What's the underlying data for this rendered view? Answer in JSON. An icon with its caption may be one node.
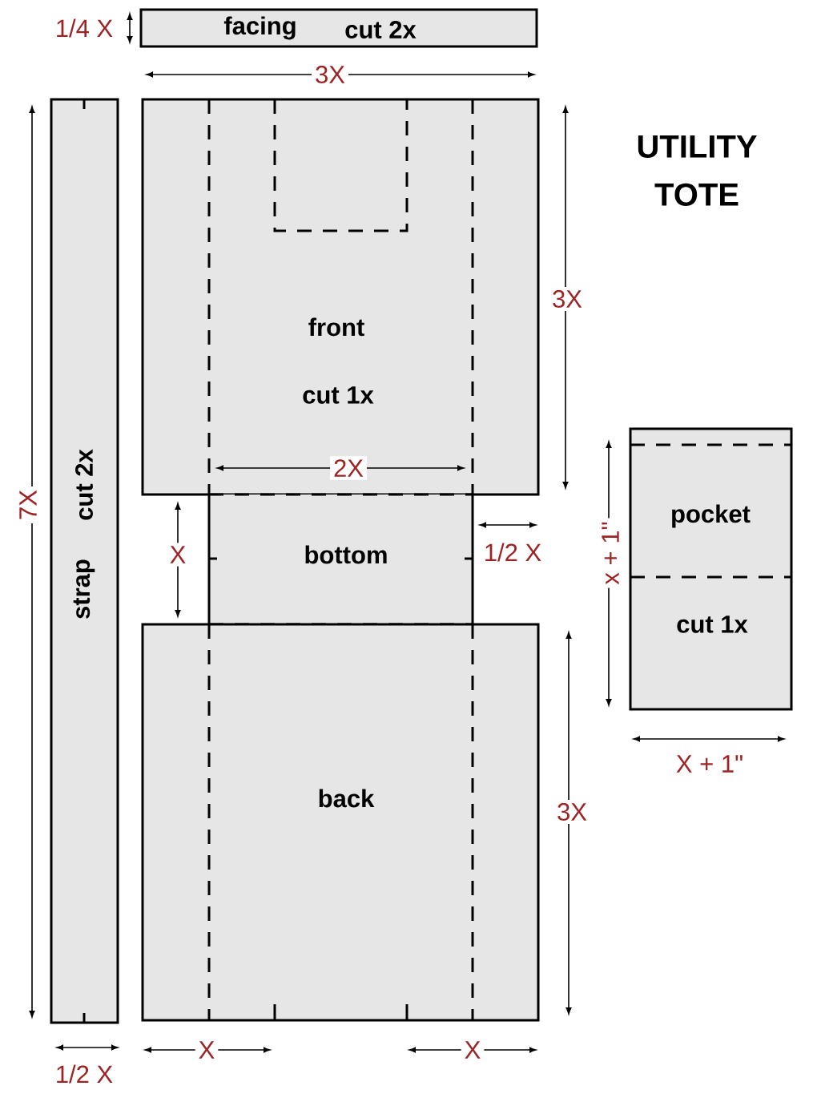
{
  "diagram": {
    "title": "UTILITY TOTE",
    "nodes": [
      {
        "text": [
          "facing",
          "cut 2x"
        ]
      },
      {
        "text": [
          "strap",
          "cut 2x"
        ]
      },
      {
        "text": [
          "front",
          "cut 1x"
        ]
      },
      {
        "text": [
          "bottom"
        ]
      },
      {
        "text": [
          "back"
        ]
      },
      {
        "text": [
          "pocket",
          "cut 1x"
        ]
      }
    ],
    "labels": [
      "1/4 X",
      "3X",
      "7X",
      "3X",
      "2X",
      "X",
      "1/2 X",
      "x + 1\"",
      "X + 1\"",
      "3X",
      "1/2 X",
      "X",
      "X"
    ]
  }
}
